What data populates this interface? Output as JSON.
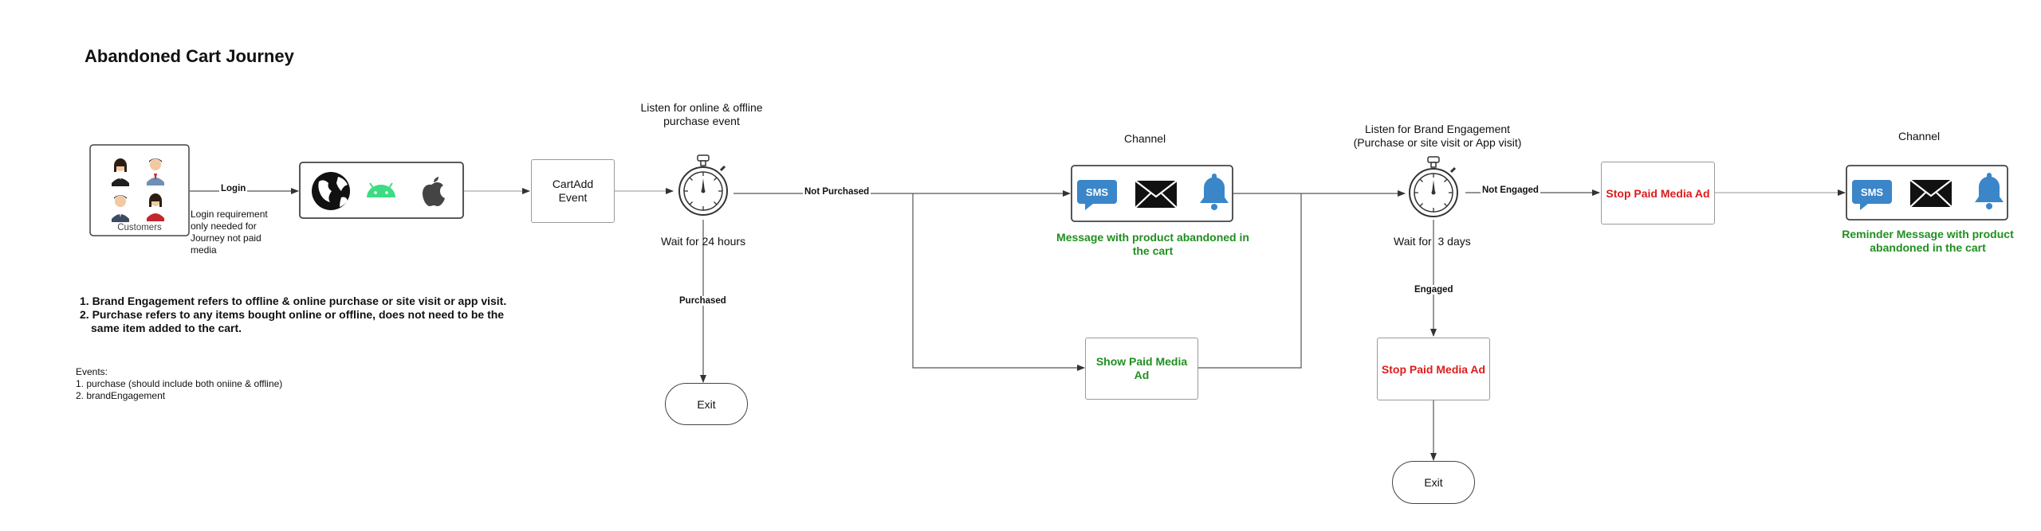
{
  "title": "Abandoned Cart Journey",
  "customers": {
    "label": "Customers"
  },
  "login": {
    "edge_label": "Login",
    "note": "Login requirement only needed for Journey not paid media"
  },
  "cartadd": {
    "label": "CartAdd Event"
  },
  "timer1": {
    "above": "Listen for online & offline purchase event",
    "wait": "Wait for 24 hours"
  },
  "edges": {
    "not_purchased": "Not Purchased",
    "purchased": "Purchased",
    "not_engaged": "Not Engaged",
    "engaged": "Engaged"
  },
  "channel1": {
    "header": "Channel",
    "caption": "Message with product abandoned in the cart",
    "sms_label": "SMS"
  },
  "show_paid": {
    "label": "Show Paid Media Ad"
  },
  "exit1": {
    "label": "Exit"
  },
  "timer2": {
    "above": "Listen for Brand Engagement (Purchase or site visit or App visit)",
    "wait": "Wait for  3 days"
  },
  "stop1": {
    "label": "Stop Paid Media Ad"
  },
  "stop2": {
    "label": "Stop Paid Media Ad"
  },
  "exit2": {
    "label": "Exit"
  },
  "channel2": {
    "header": "Channel",
    "caption": "Reminder Message with product abandoned in the cart",
    "sms_label": "SMS"
  },
  "notes": [
    "1. Brand Engagement refers to offline & online purchase or site visit or app visit.",
    "2. Purchase refers to any items bought online or offline, does not need to be the same item added to the cart."
  ],
  "events": {
    "header": "Events:",
    "items": [
      "1. purchase (should include both oniine & offline)",
      "2. brandEngagement"
    ]
  },
  "colors": {
    "green": "#1f8f1f",
    "red": "#dd1c1c",
    "sms_blue": "#3a86c9",
    "bell_blue": "#3a86c9",
    "android_green": "#3ddc84"
  },
  "icons": [
    "people-icon",
    "globe-icon",
    "android-icon",
    "apple-icon",
    "stopwatch-icon",
    "sms-icon",
    "envelope-icon",
    "bell-icon"
  ]
}
